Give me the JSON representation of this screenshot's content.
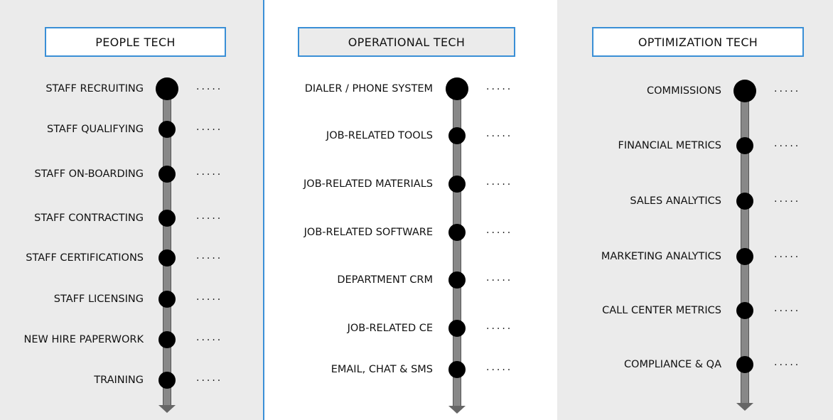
{
  "columns": [
    {
      "title": "PEOPLE TECH",
      "items": [
        "STAFF RECRUITING",
        "STAFF QUALIFYING",
        "STAFF ON-BOARDING",
        "STAFF CONTRACTING",
        "STAFF CERTIFICATIONS",
        "STAFF LICENSING",
        "NEW HIRE PAPERWORK",
        "TRAINING"
      ]
    },
    {
      "title": "OPERATIONAL TECH",
      "items": [
        "DIALER / PHONE SYSTEM",
        "JOB-RELATED TOOLS",
        "JOB-RELATED MATERIALS",
        "JOB-RELATED SOFTWARE",
        "DEPARTMENT CRM",
        "JOB-RELATED CE",
        "EMAIL, CHAT & SMS"
      ]
    },
    {
      "title": "OPTIMIZATION TECH",
      "items": [
        "COMMISSIONS",
        "FINANCIAL METRICS",
        "SALES ANALYTICS",
        "MARKETING ANALYTICS",
        "CALL CENTER METRICS",
        "COMPLIANCE & QA"
      ]
    }
  ],
  "dots_text": ".....",
  "colors": {
    "accent": "#3a8fd6",
    "shaft": "#888888"
  }
}
